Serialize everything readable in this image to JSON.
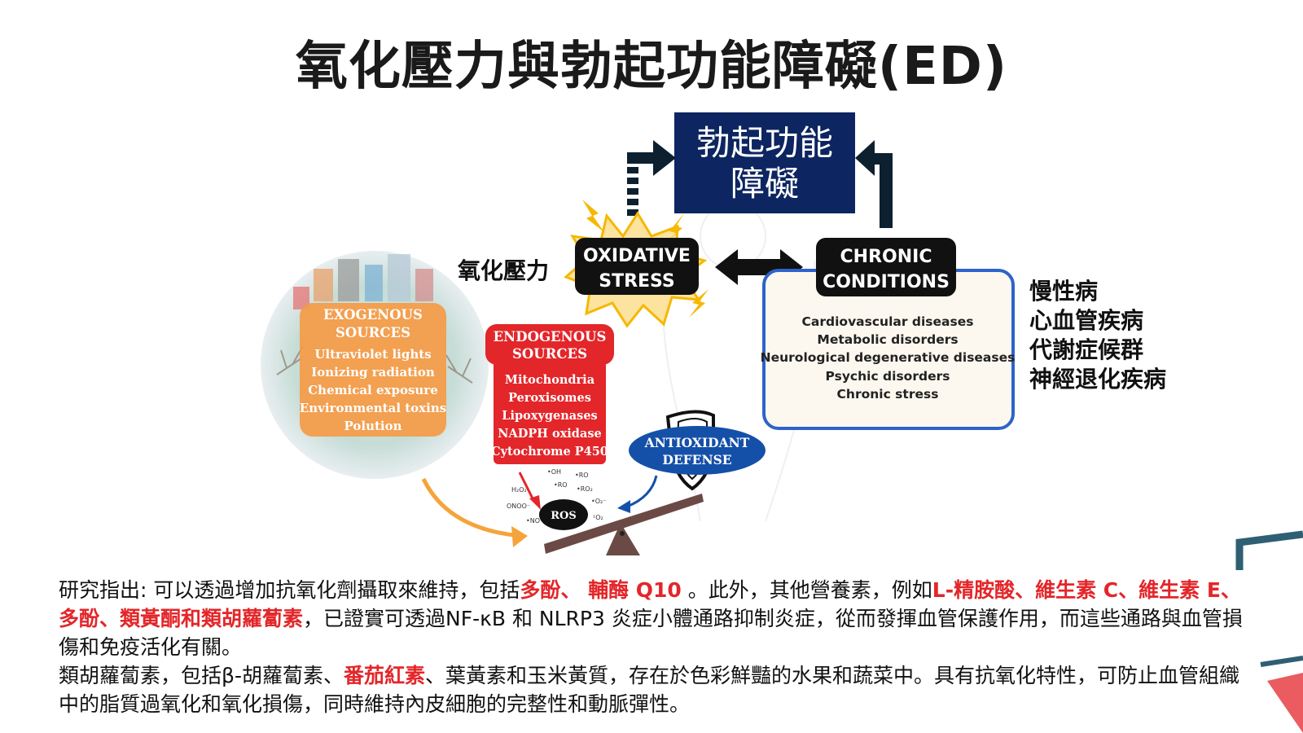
{
  "title": "氧化壓力與勃起功能障礙(ED)",
  "ed_box": {
    "line1": "勃起功能",
    "line2": "障礙"
  },
  "oxidative": {
    "line1": "OXIDATIVE",
    "line2": "STRESS",
    "label_zh": "氧化壓力"
  },
  "chronic": {
    "line1": "CHRONIC",
    "line2": "CONDITIONS",
    "items": [
      "Cardiovascular diseases",
      "Metabolic disorders",
      "Neurological degenerative diseases",
      "Psychic disorders",
      "Chronic stress"
    ],
    "labels_zh": [
      "慢性病",
      "心血管疾病",
      "代謝症候群",
      "神經退化疾病"
    ]
  },
  "exogenous": {
    "heading": [
      "EXOGENOUS",
      "SOURCES"
    ],
    "items": [
      "Ultraviolet lights",
      "Ionizing radiation",
      "Chemical exposure",
      "Environmental toxins",
      "Polution"
    ]
  },
  "endogenous": {
    "heading": [
      "ENDOGENOUS",
      "SOURCES"
    ],
    "items": [
      "Mitochondria",
      "Peroxisomes",
      "Lipoxygenases",
      "NADPH oxidase",
      "Cytochrome P450"
    ]
  },
  "antioxidant": {
    "line1": "ANTIOXIDANT",
    "line2": "DEFENSE"
  },
  "ros": {
    "label": "ROS",
    "species": [
      "•OH",
      "•RO",
      "•RO",
      "H₂O₂",
      "•RO₂",
      "ONOO⁻",
      "•O₂⁻",
      "•NO",
      "¹O₂"
    ]
  },
  "paragraph1": {
    "t1": "研究指出: 可以透過增加抗氧化劑攝取來維持，包括",
    "r1": "多酚、 輔酶 Q10",
    "t2": " 。此外，其他營養素，例如",
    "r2": "L-精胺酸、維生素 C、維生素 E、多酚、類黃酮和類胡蘿蔔素",
    "t3": "，已證實可透過NF-κB 和 NLRP3 炎症小體通路抑制炎症，從而發揮血管保護作用，而這些通路與血管損傷和免疫活化有關。"
  },
  "paragraph2": {
    "t1": "類胡蘿蔔素，包括β-胡蘿蔔素、",
    "r1": "番茄紅素",
    "t2": "、葉黃素和玉米黃質，存在於色彩鮮豔的水果和蔬菜中。具有抗氧化特性，可防止血管組織中的脂質過氧化和氧化損傷，同時維持內皮細胞的完整性和動脈彈性。"
  },
  "colors": {
    "navy": "#0d2560",
    "red": "#e3262a",
    "orange": "#f59a45",
    "antioxidant_blue": "#1550a8",
    "chronic_border": "#2e63c9",
    "teal": "#2f5f73"
  }
}
